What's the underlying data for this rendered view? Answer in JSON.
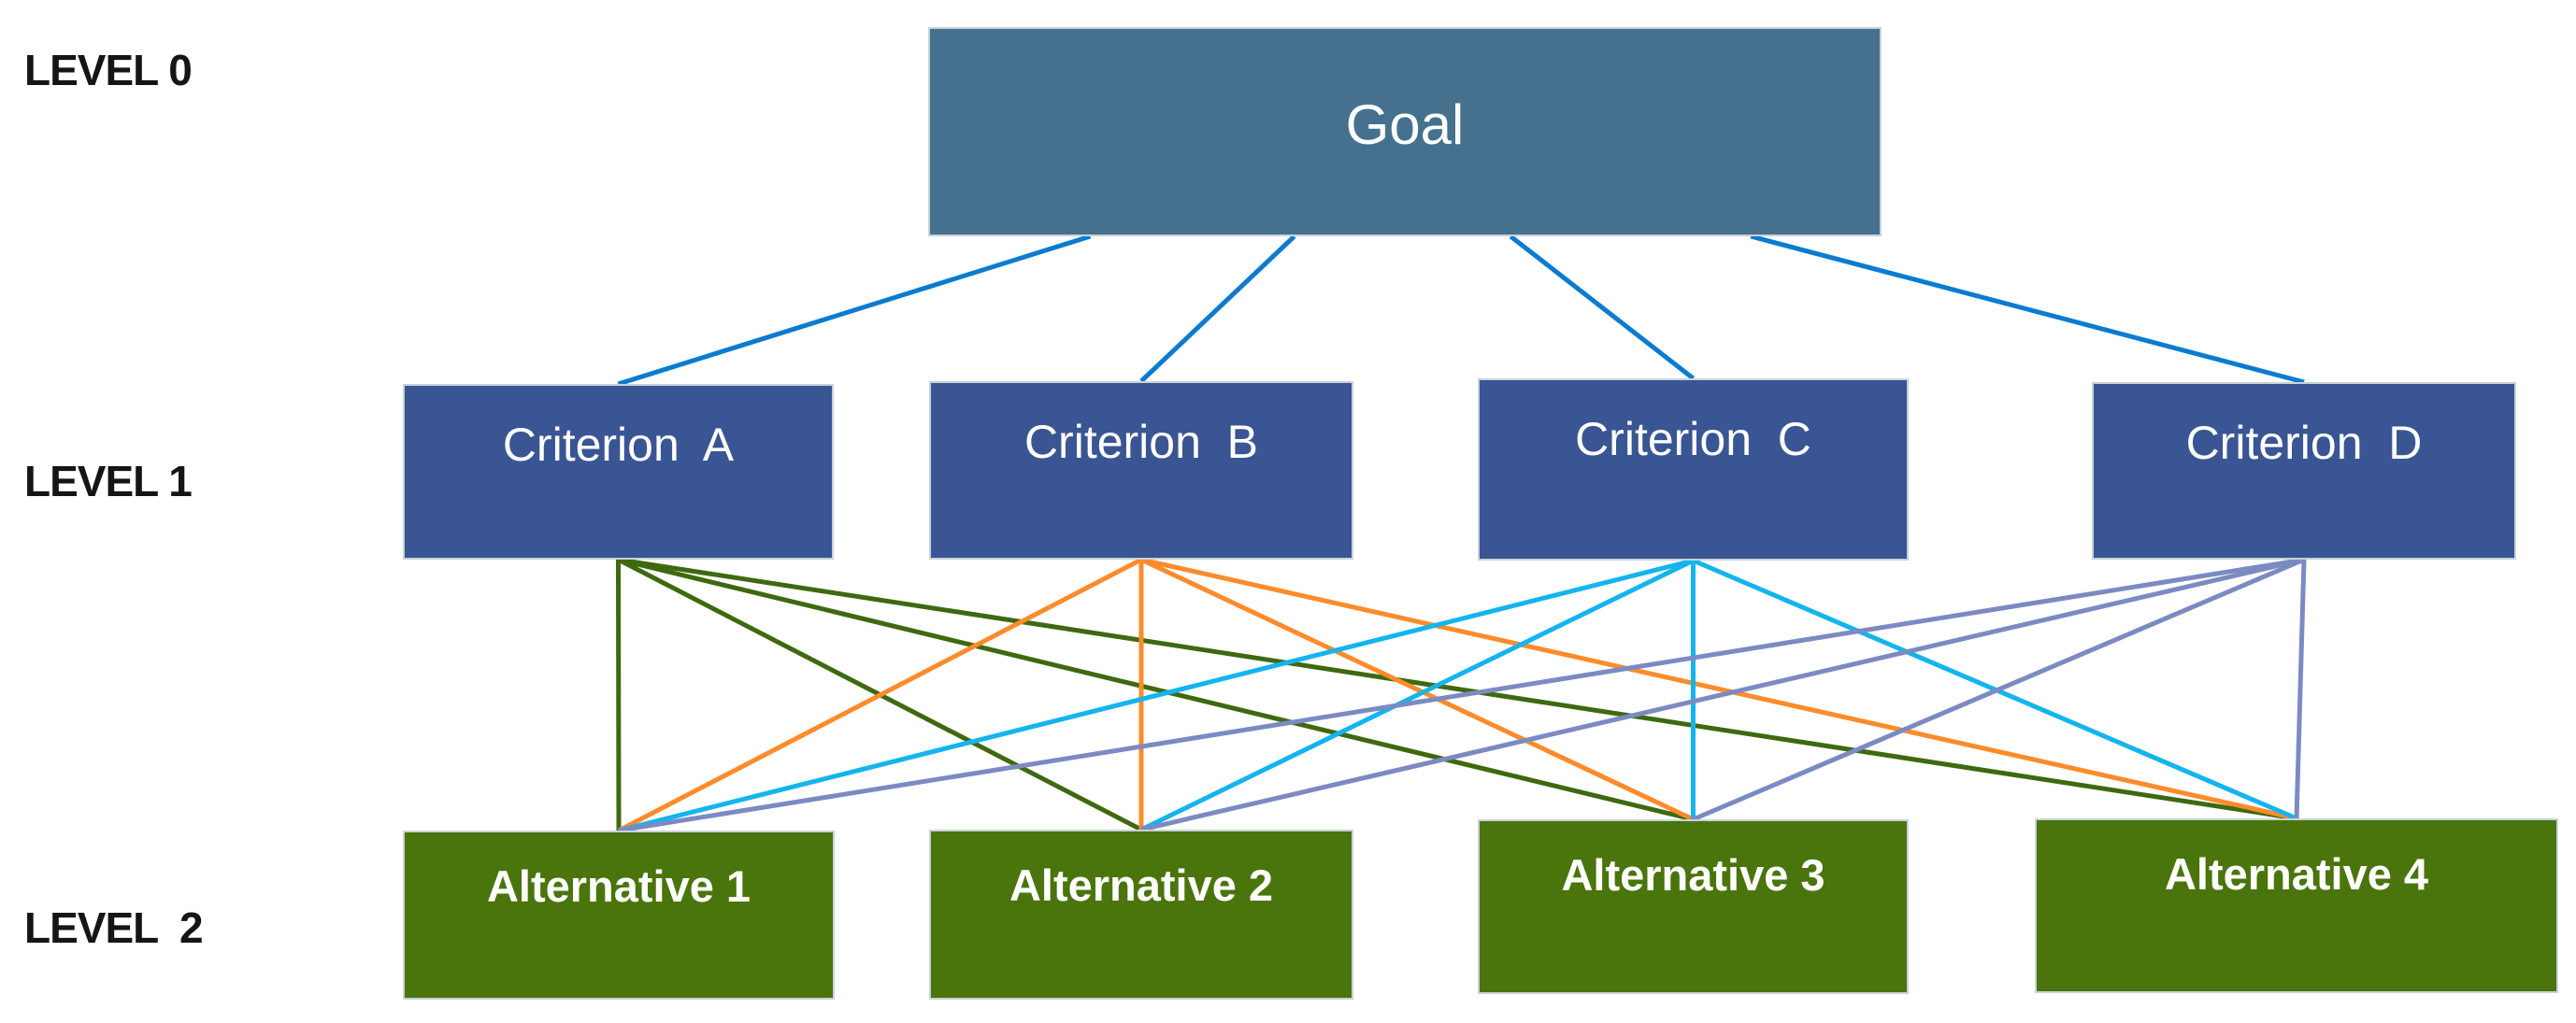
{
  "diagram": {
    "background_color": "#FFFFFF",
    "box_border_color": "#C9D2D9",
    "levels": [
      {
        "label": "LEVEL 0"
      },
      {
        "label": "LEVEL 1"
      },
      {
        "label": "LEVEL  2"
      }
    ],
    "goal": {
      "label": "Goal",
      "fill": "#45718F",
      "text_color": "#FFFFFF",
      "edge_color": "#0B7BD0"
    },
    "criteria": [
      {
        "label": "Criterion  A",
        "fill": "#3A5593",
        "edge_color": "#3E690F"
      },
      {
        "label": "Criterion  B",
        "fill": "#3A5593",
        "edge_color": "#FF8B2B"
      },
      {
        "label": "Criterion  C",
        "fill": "#3A5593",
        "edge_color": "#14B4EF"
      },
      {
        "label": "Criterion  D",
        "fill": "#3A5593",
        "edge_color": "#7C8AC3"
      }
    ],
    "alternatives": [
      {
        "label": "Alternative 1",
        "fill": "#4A740C"
      },
      {
        "label": "Alternative 2",
        "fill": "#4A740C"
      },
      {
        "label": "Alternative 3",
        "fill": "#4A740C"
      },
      {
        "label": "Alternative 4",
        "fill": "#4A740C"
      }
    ]
  }
}
